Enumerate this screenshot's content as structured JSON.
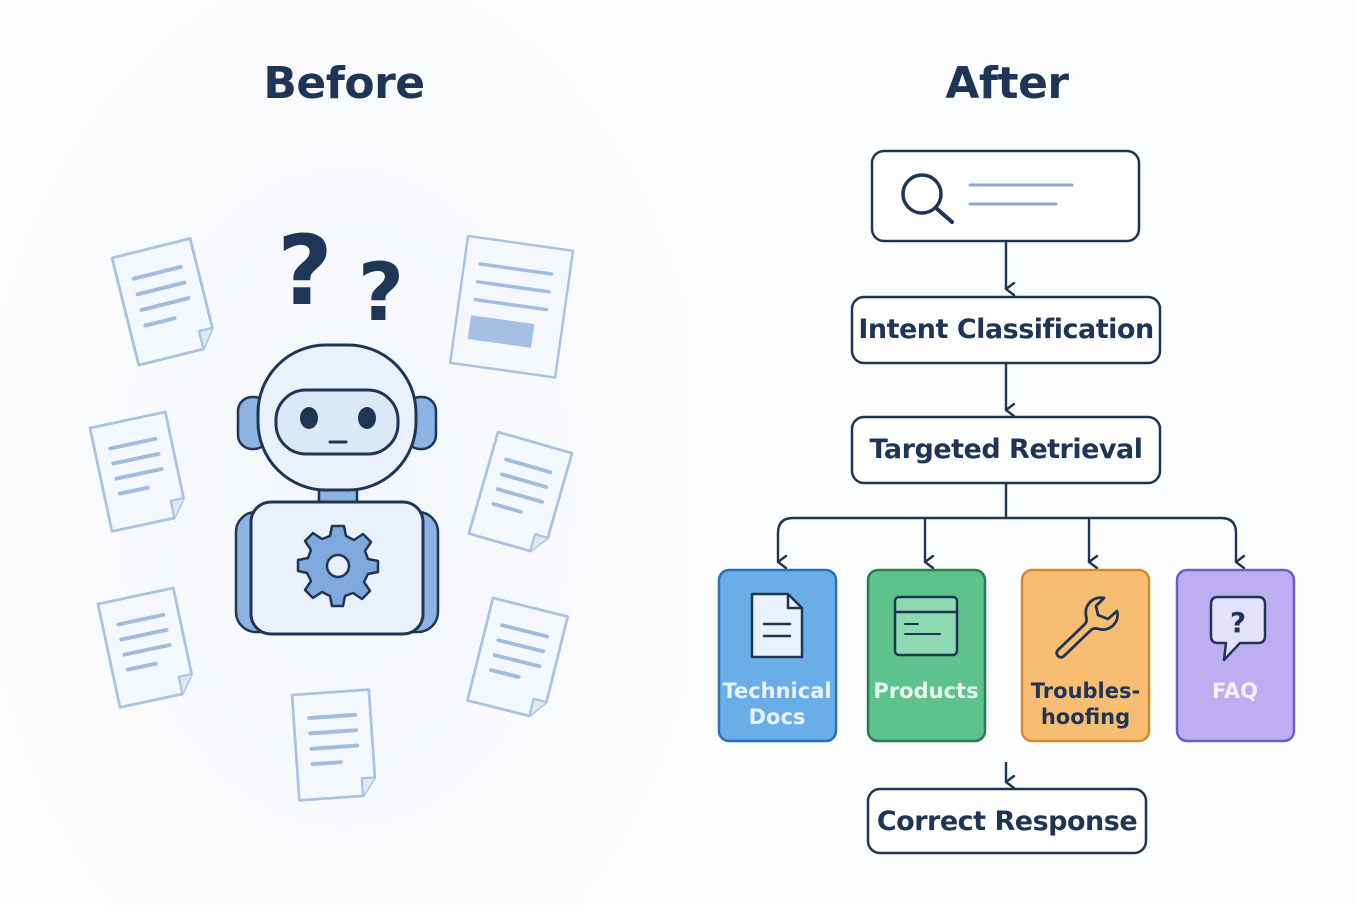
{
  "before": {
    "title": "Before",
    "question_mark": "?"
  },
  "after": {
    "title": "After",
    "steps": {
      "intent": "Intent Classification",
      "retrieval": "Targeted Retrieval",
      "response": "Correct Response"
    },
    "sources": [
      {
        "label": "Technical\nDocs",
        "icon": "document-icon",
        "fill": "#6aaee9",
        "stroke": "#2f6fb8",
        "text_color": "#e8f3ff"
      },
      {
        "label": "Products",
        "icon": "window-icon",
        "fill": "#5ec28d",
        "stroke": "#2a7d52",
        "text_color": "#e9fbf0"
      },
      {
        "label": "Troubles-\nhoofing",
        "icon": "wrench-icon",
        "fill": "#f7bd72",
        "stroke": "#d48a2c",
        "text_color": "#1f3556"
      },
      {
        "label": "FAQ",
        "icon": "question-bubble-icon",
        "fill": "#bcaef0",
        "stroke": "#6f5fbf",
        "text_color": "#f3f0ff"
      }
    ]
  },
  "colors": {
    "navy": "#1f3556",
    "robot_blue": "#8cb3e2",
    "robot_light": "#e9f1fb",
    "paper_stroke": "#a9c3e3",
    "paper_lines": "#a0bde0"
  }
}
